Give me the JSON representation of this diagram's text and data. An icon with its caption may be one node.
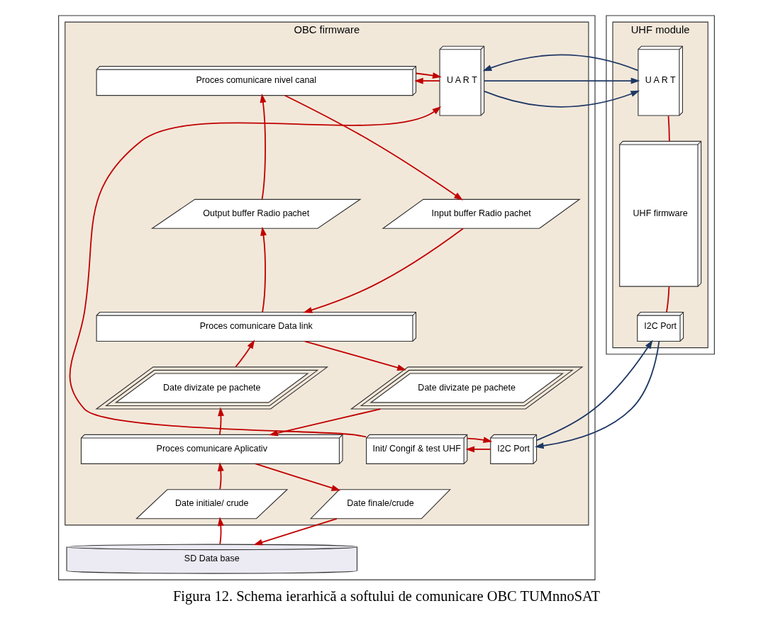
{
  "diagram": {
    "caption": "Figura 12. Schema ierarhică a softului de comunicare OBC TUMnnoSAT",
    "nodes": [
      {
        "text": [],
        "shape": "box"
      },
      {
        "text": [
          "OBC firmware"
        ],
        "in": 0
      },
      {
        "text": [
          "Proces comunicare nivel canal"
        ],
        "in": 1
      },
      {
        "text": [
          "U A R T"
        ],
        "in": 1
      },
      {
        "text": [
          "Output buffer Radio pachet"
        ],
        "in": 1
      },
      {
        "text": [
          "Input buffer Radio pachet"
        ],
        "in": 1
      },
      {
        "text": [
          "Proces comunicare Data link"
        ],
        "in": 1
      },
      {
        "text": [
          "Date divizate pe pachete"
        ],
        "in": 1
      },
      {
        "text": [
          "Date divizate pe pachete"
        ],
        "in": 1
      },
      {
        "text": [
          "Proces comunicare Aplicativ"
        ],
        "in": 1
      },
      {
        "text": [
          "Init/ Congif & test UHF"
        ],
        "in": 1
      },
      {
        "text": [
          "I2C Port"
        ],
        "in": 1
      },
      {
        "text": [
          "Date initiale/ crude"
        ],
        "in": 1
      },
      {
        "text": [
          "Date finale/crude"
        ],
        "in": 1
      },
      {
        "text": [
          "SD Data base"
        ],
        "in": 0
      },
      {
        "text": [],
        "shape": "box"
      },
      {
        "text": [
          "UHF module"
        ],
        "in": 15
      },
      {
        "text": [
          "U A R T"
        ],
        "in": 16
      },
      {
        "text": [
          "UHF firmware"
        ],
        "in": 16
      },
      {
        "text": [
          "I2C Port"
        ],
        "in": 16
      }
    ],
    "edges": [
      {
        "from": 3,
        "to": 2,
        "arrow": "to"
      },
      {
        "from": 2,
        "to": 3,
        "arrow": "to"
      },
      {
        "from": 2,
        "to": 5,
        "arrow": "to"
      },
      {
        "from": 5,
        "to": 6,
        "arrow": "to"
      },
      {
        "from": 6,
        "to": 4,
        "arrow": "to"
      },
      {
        "from": 4,
        "to": 2,
        "arrow": "to"
      },
      {
        "from": 9,
        "to": 7,
        "arrow": "to"
      },
      {
        "from": 7,
        "to": 6,
        "arrow": "to"
      },
      {
        "from": 6,
        "to": 8,
        "arrow": "to"
      },
      {
        "from": 8,
        "to": 9,
        "arrow": "to"
      },
      {
        "from": 12,
        "to": 9,
        "arrow": "to"
      },
      {
        "from": 14,
        "to": 12,
        "arrow": "to"
      },
      {
        "from": 9,
        "to": 13,
        "arrow": "to"
      },
      {
        "from": 13,
        "to": 14,
        "arrow": "to"
      },
      {
        "from": 10,
        "to": 3,
        "arrow": "to"
      },
      {
        "from": 11,
        "to": 10,
        "arrow": "to"
      },
      {
        "from": 10,
        "to": 11,
        "arrow": "to"
      },
      {
        "from": 3,
        "to": 17,
        "arrow": "to",
        "color": "#1f3864"
      },
      {
        "from": 17,
        "to": 3,
        "arrow": "to",
        "color": "#1f3864"
      },
      {
        "from": 11,
        "to": 19,
        "arrow": "to",
        "color": "#1f3864"
      },
      {
        "from": 19,
        "to": 11,
        "arrow": "to",
        "color": "#1f3864"
      },
      {
        "from": 17,
        "to": 18,
        "arrow": "none"
      },
      {
        "from": 18,
        "to": 19,
        "arrow": "none"
      }
    ]
  }
}
